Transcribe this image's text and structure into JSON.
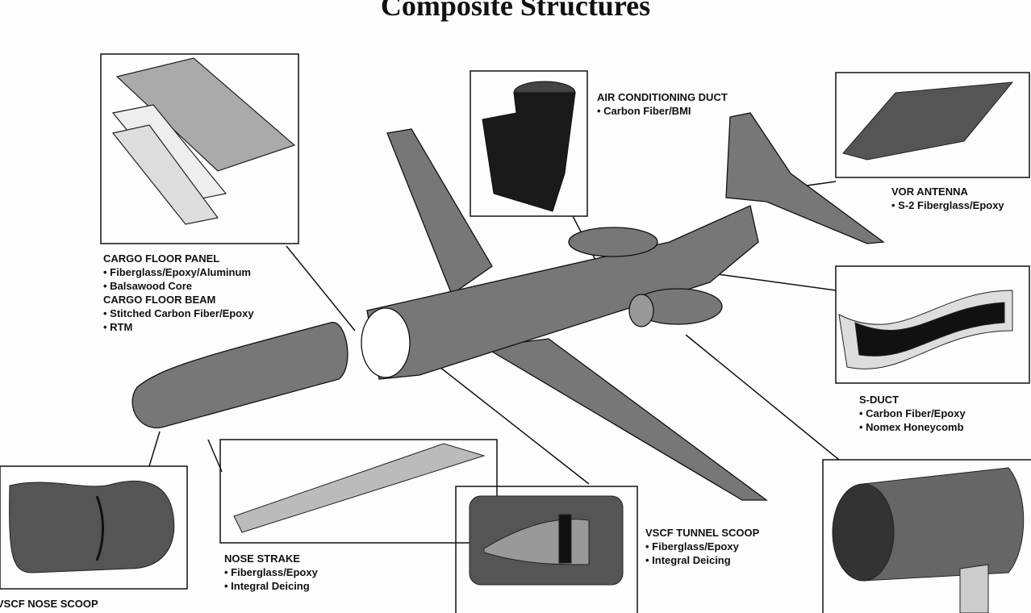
{
  "title": "Composite Structures",
  "callouts": {
    "cargo": {
      "heading1": "CARGO FLOOR PANEL",
      "items1": [
        "Fiberglass/Epoxy/Aluminum",
        "Balsawood Core"
      ],
      "heading2": "CARGO FLOOR BEAM",
      "items2": [
        "Stitched Carbon Fiber/Epoxy",
        "RTM"
      ]
    },
    "ac_duct": {
      "heading": "AIR CONDITIONING DUCT",
      "items": [
        "Carbon Fiber/BMI"
      ]
    },
    "vor": {
      "heading": "VOR ANTENNA",
      "items": [
        "S-2 Fiberglass/Epoxy"
      ]
    },
    "sduct": {
      "heading": "S-DUCT",
      "items": [
        "Carbon Fiber/Epoxy",
        "Nomex Honeycomb"
      ]
    },
    "tunnel": {
      "heading": "VSCF TUNNEL SCOOP",
      "items": [
        "Fiberglass/Epoxy",
        "Integral Deicing"
      ]
    },
    "strake": {
      "heading": "NOSE STRAKE",
      "items": [
        "Fiberglass/Epoxy",
        "Integral Deicing"
      ]
    },
    "nose_scoop": {
      "heading": "VSCF NOSE SCOOP"
    }
  }
}
